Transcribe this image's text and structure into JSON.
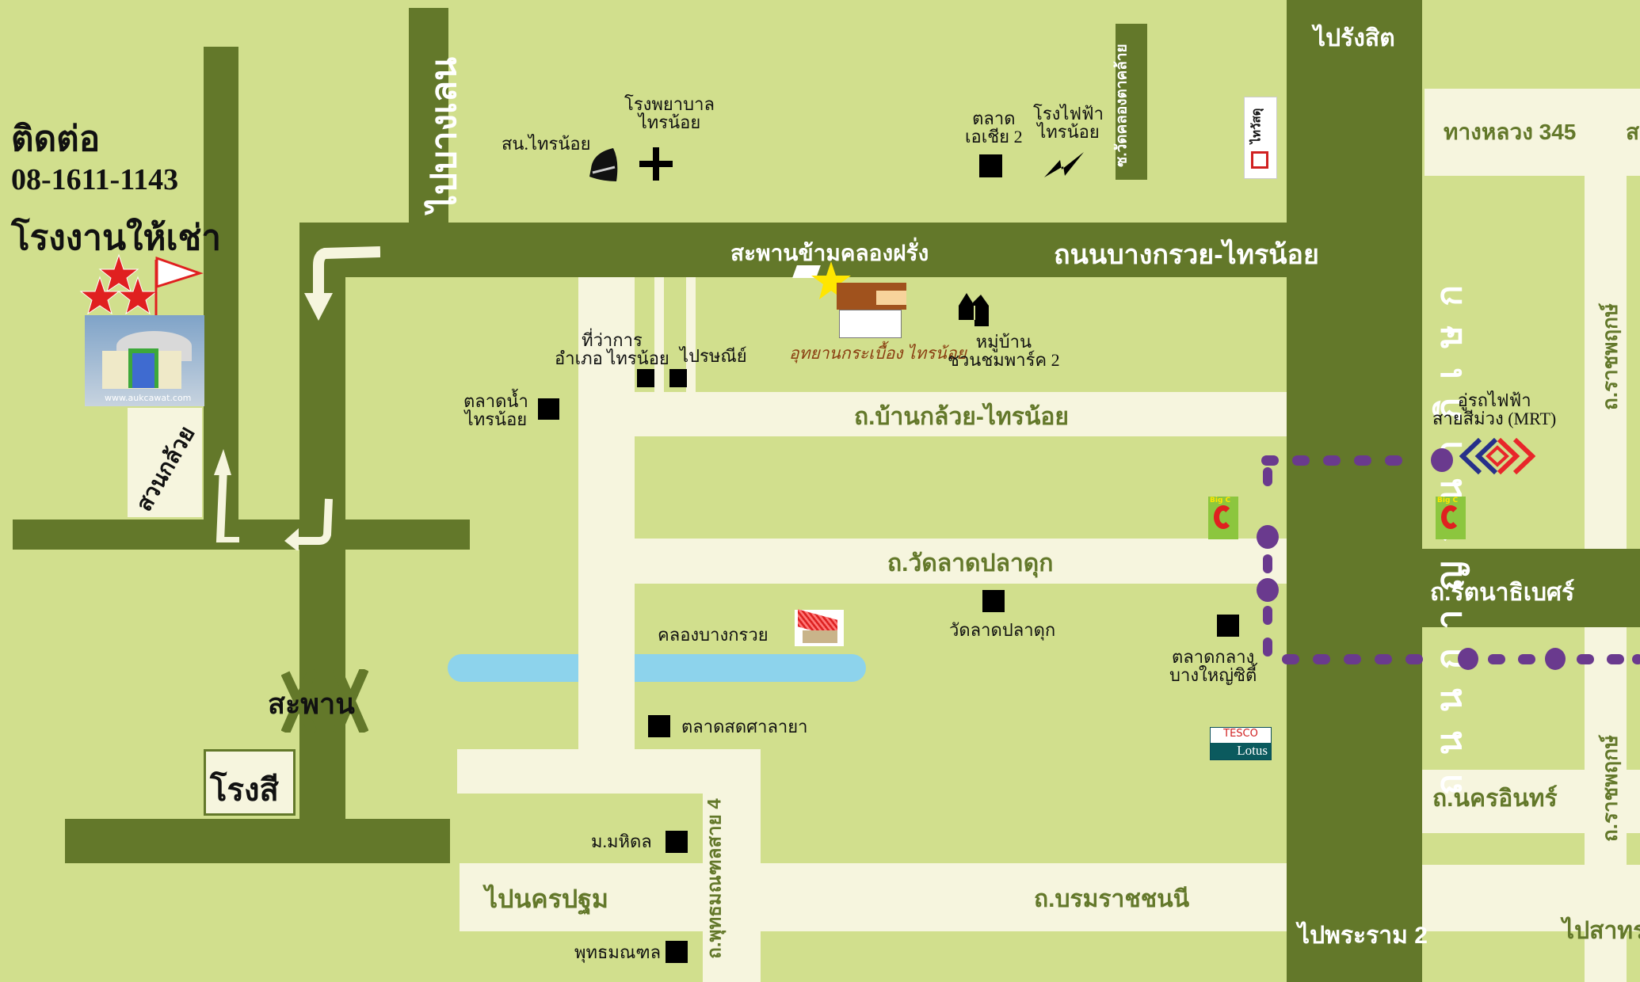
{
  "contact": {
    "title": "ติดต่อ",
    "phone": "08-1611-1143",
    "subtitle": "โรงงานให้เช่า",
    "image_caption": "www.aukcawat.com"
  },
  "roads": {
    "bang_len": "ไปบางเลน",
    "bangkruai_sainoi": "ถนนบางกรวย-ไทรน้อย",
    "bridge_khlong_farang": "สะพานข้ามคลองฝรั่ง",
    "ban_kluai_sainoi": "ถ.บ้านกล้วย-ไทรน้อย",
    "wat_lat_pla_duk": "ถ.วัดลาดปลาดุก",
    "kanchanaphisek": "ถนนกาญจนาภิเษก",
    "to_rangsit": "ไปรังสิต",
    "to_rama2": "ไปพระราม 2",
    "highway_345": "ทางหลวง 345",
    "highway_345_cut": "ส",
    "ratchaphruek_1": "ถ.ราชพฤกษ์",
    "ratchaphruek_2": "ถ.ราชพฤกษ์",
    "rattanathibet": "ถ.รัตนาธิเบศร์",
    "nakhon_in": "ถ.นครอินทร์",
    "to_sathorn": "ไปสาทร",
    "borommaratchachonnani": "ถ.บรมราชชนนี",
    "to_nakhon_pathom": "ไปนครปฐม",
    "phutthamonthon_4": "ถ.พุทธมณฑลสาย 4",
    "soi_wat_khlong_takhlai": "ซ.วัดคลองตาคล้าย",
    "suan_kluai": "สวนกล้วย",
    "bridge": "สะพาน",
    "paint_factory": "โรงสี"
  },
  "places": {
    "police": "สน.ไทรน้อย",
    "hospital": "โรงพยาบาล\nไทรน้อย",
    "asia_market": "ตลาด\nเอเชีย 2",
    "power_plant": "โรงไฟฟ้า\nไทรน้อย",
    "district_office": "ที่ว่าการ\nอำเภอ ไทรน้อย",
    "post_office": "ไปรษณีย์",
    "floating_market": "ตลาดน้ำ\nไทรน้อย",
    "village": "หมู่บ้าน\nชวนชมพาร์ค 2",
    "mrt": "อู่รถไฟฟ้า\nสายสีม่วง (MRT)",
    "khlong_bang_kruai": "คลองบางกรวย",
    "wat_lat_pla_duk": "วัดลาดปลาดุก",
    "central_market": "ตลาดกลาง\nบางใหญ่ซิตี้",
    "salaya_market": "ตลาดสดศาลายา",
    "mahidol": "ม.มหิดล",
    "phutthamonthon": "พุทธมณฑล",
    "shop_logo": "อุทยานกระเบื้อง ไทรน้อย",
    "thaiwatsadu_logo": "ไทวัสดุ",
    "bigc_logo": "Big C",
    "tesco_logo_top": "TESCO",
    "tesco_logo_bottom": "Lotus"
  },
  "colors": {
    "background": "#d1df8d",
    "main_road": "#63782a",
    "minor_road": "#f6f5de",
    "canal": "#8dd3ec",
    "mrt_line": "#6a3a8e"
  }
}
